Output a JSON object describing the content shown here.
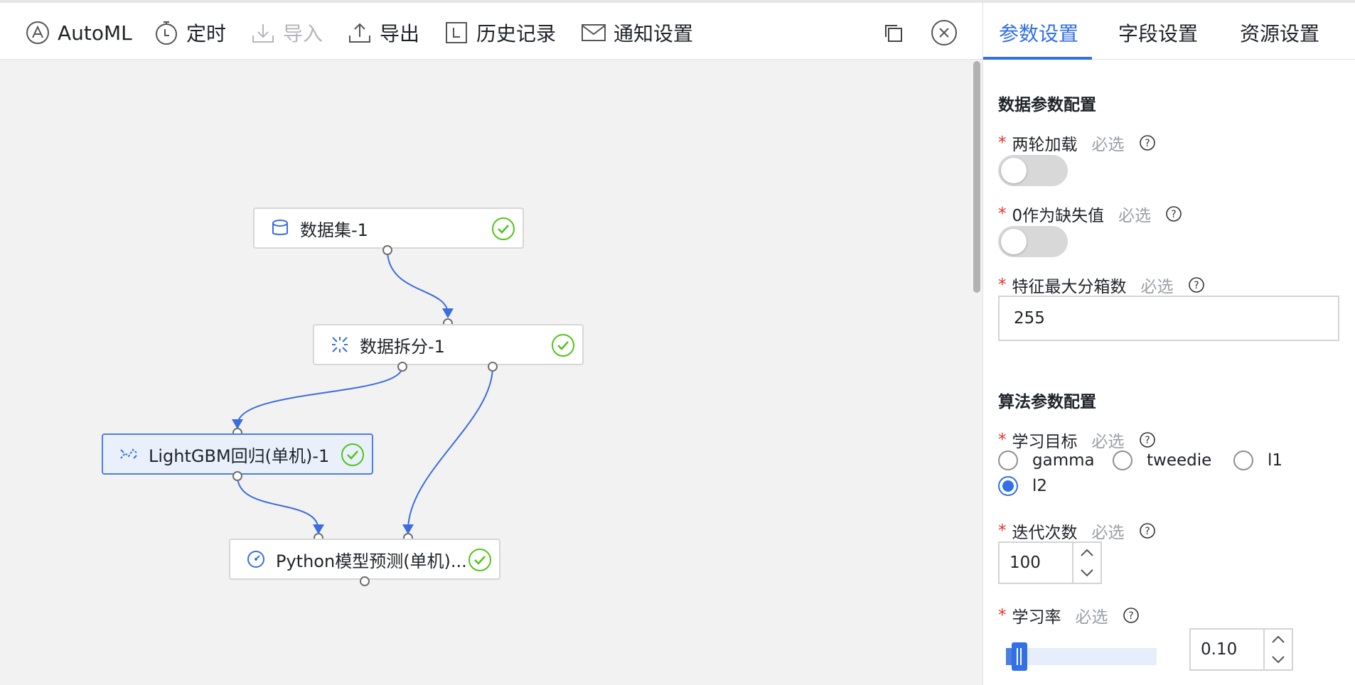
{
  "toolbar": {
    "automl": "AutoML",
    "schedule": "定时",
    "import": "导入",
    "export": "导出",
    "history": "历史记录",
    "notify": "通知设置"
  },
  "canvas": {
    "nodes": [
      {
        "label": "数据集-1",
        "icon": "database-icon",
        "status": "success"
      },
      {
        "label": "数据拆分-1",
        "icon": "split-icon",
        "status": "success"
      },
      {
        "label": "LightGBM回归(单机)-1",
        "icon": "regression-icon",
        "status": "success",
        "selected": true
      },
      {
        "label": "Python模型预测(单机)...",
        "icon": "predict-icon",
        "status": "success"
      }
    ]
  },
  "panel": {
    "tabs": [
      "参数设置",
      "字段设置",
      "资源设置"
    ],
    "active_tab": 0,
    "data_section_title": "数据参数配置",
    "required_hint": "必选",
    "fields": {
      "two_round_load": {
        "label": "两轮加载",
        "value": false
      },
      "zero_as_missing": {
        "label": "0作为缺失值",
        "value": false
      },
      "max_bin": {
        "label": "特征最大分箱数",
        "value": "255"
      }
    },
    "algo_section_title": "算法参数配置",
    "objective": {
      "label": "学习目标",
      "options": [
        "gamma",
        "tweedie",
        "l1",
        "l2"
      ],
      "selected": "l2"
    },
    "iterations": {
      "label": "迭代次数",
      "value": "100"
    },
    "learning_rate": {
      "label": "学习率",
      "value": "0.10",
      "slider_fraction": 0.06
    }
  },
  "colors": {
    "accent": "#3170e6",
    "success": "#52c41a",
    "required": "#e5302f",
    "edge": "#3a6ee0"
  }
}
